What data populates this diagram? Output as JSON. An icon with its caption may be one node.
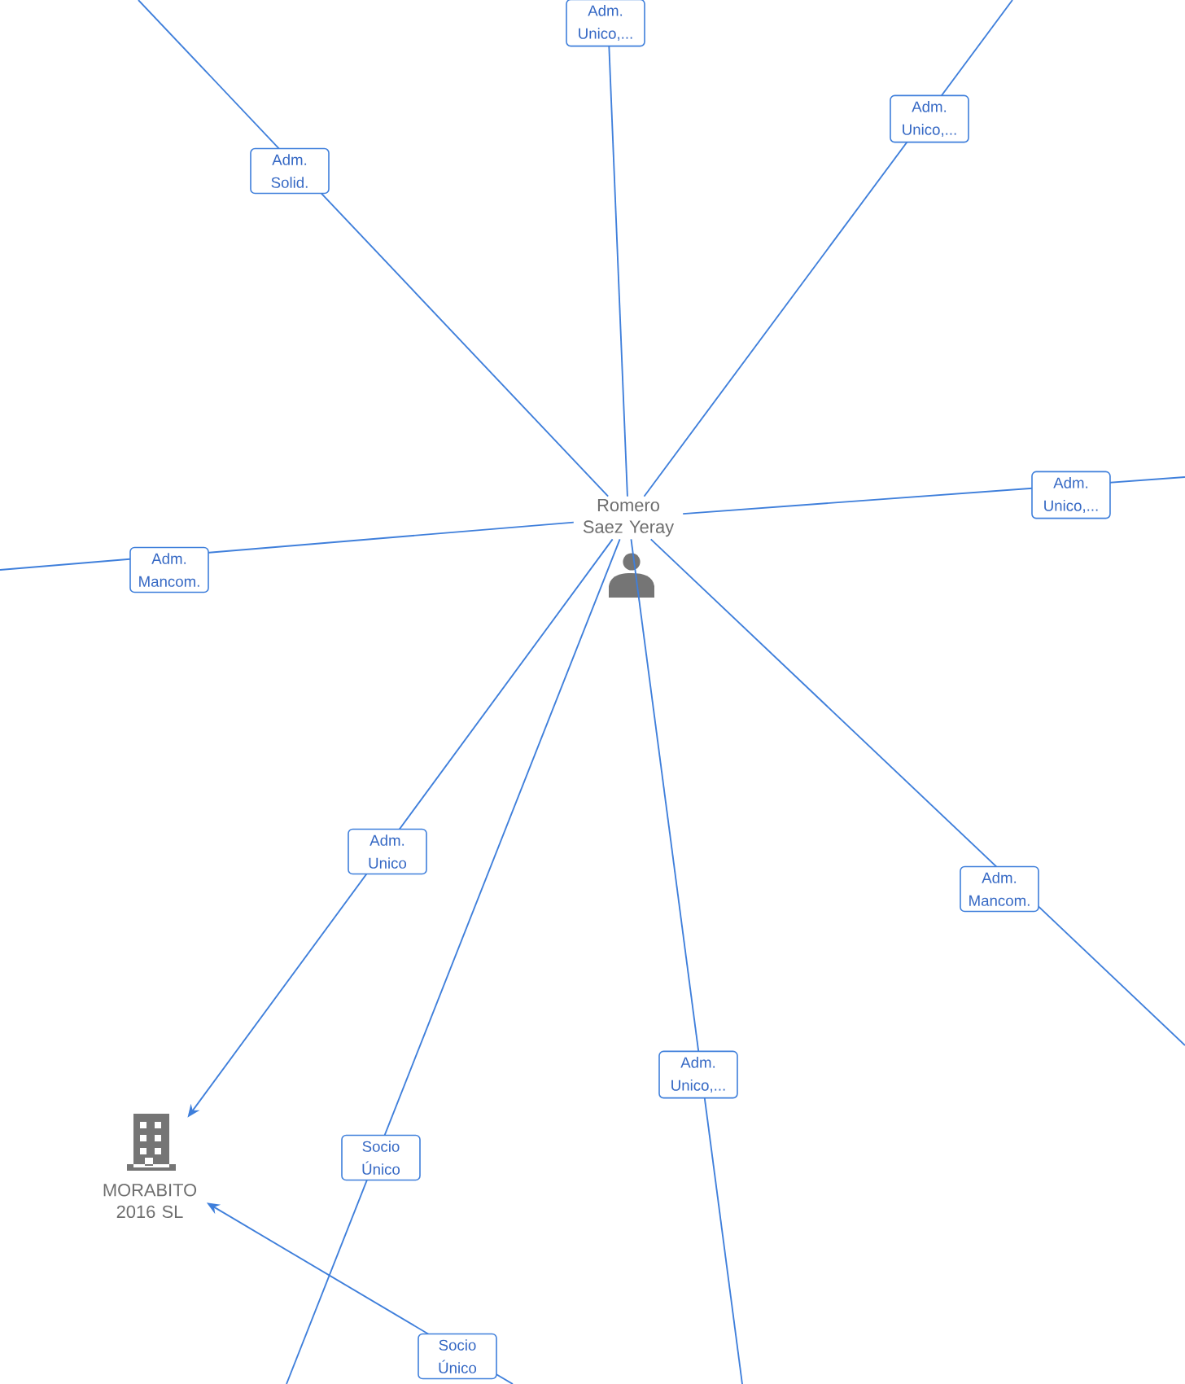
{
  "diagram": {
    "nodes": [
      {
        "text": [
          "Romero Saez Yeray"
        ]
      },
      {
        "text": [
          "MORABITO 2016 SL"
        ]
      }
    ],
    "edges": [
      {
        "from": 0,
        "to": null,
        "arrow": "none",
        "label": "Adm. Solid."
      },
      {
        "from": 0,
        "to": null,
        "arrow": "none",
        "label": "Adm. Unico,..."
      },
      {
        "from": 0,
        "to": null,
        "arrow": "none",
        "label": "Adm. Unico,..."
      },
      {
        "from": 0,
        "to": null,
        "arrow": "none",
        "label": "Adm. Unico,..."
      },
      {
        "from": 0,
        "to": null,
        "arrow": "none",
        "label": "Adm. Mancom."
      },
      {
        "from": 0,
        "to": 1,
        "arrow": "to",
        "label": "Adm. Unico"
      },
      {
        "from": 0,
        "to": null,
        "arrow": "none",
        "label": "Socio Único"
      },
      {
        "from": 0,
        "to": null,
        "arrow": "none",
        "label": "Adm. Unico,..."
      },
      {
        "from": 0,
        "to": null,
        "arrow": "none",
        "label": "Adm. Mancom."
      },
      {
        "from": null,
        "to": 1,
        "arrow": "to",
        "label": "Socio Único"
      }
    ]
  }
}
